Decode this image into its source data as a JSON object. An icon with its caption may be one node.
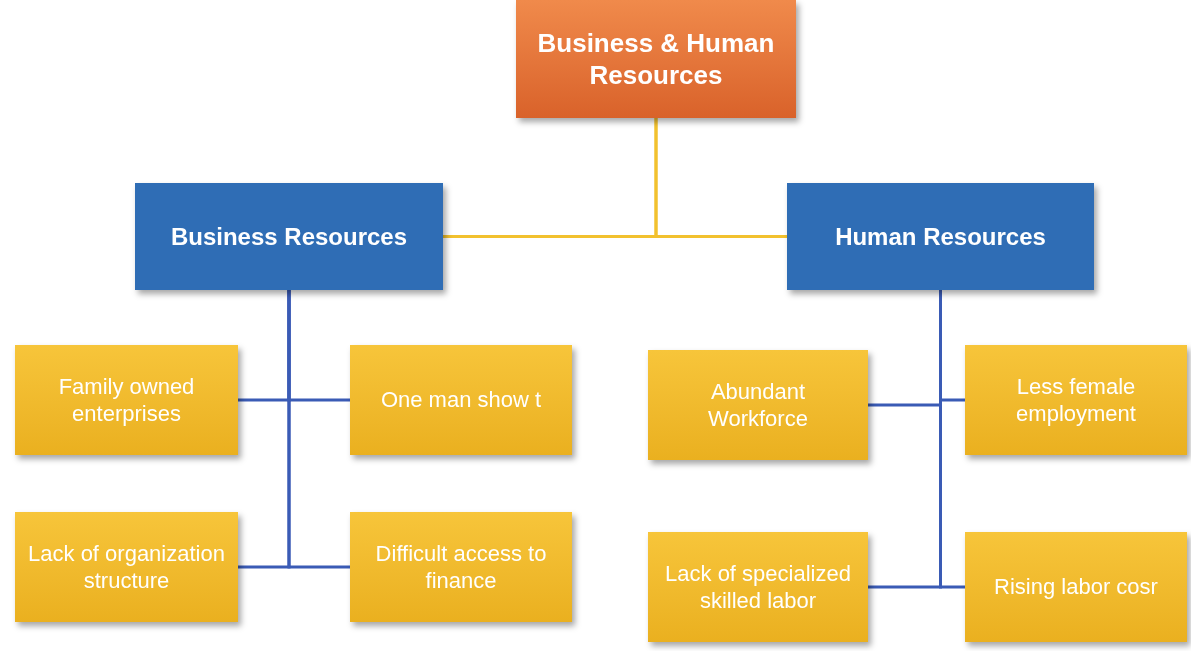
{
  "diagram": {
    "nodes": [
      {
        "text": [
          "Business & Human Resources"
        ]
      },
      {
        "text": [
          "Business Resources"
        ]
      },
      {
        "text": [
          "Human Resources"
        ]
      },
      {
        "text": [
          "Family owned enterprises"
        ]
      },
      {
        "text": [
          "One man show t"
        ]
      },
      {
        "text": [
          "Lack of organization structure"
        ]
      },
      {
        "text": [
          "Difficult access to finance"
        ]
      },
      {
        "text": [
          "Abundant Workforce"
        ]
      },
      {
        "text": [
          "Less female employment"
        ]
      },
      {
        "text": [
          "Lack of specialized skilled labor"
        ]
      },
      {
        "text": [
          "Rising labor cosr"
        ]
      }
    ],
    "edges": [
      {
        "from": 0,
        "to": 1,
        "arrow": "none",
        "color": "#f2c12e"
      },
      {
        "from": 0,
        "to": 2,
        "arrow": "none",
        "color": "#f2c12e"
      },
      {
        "from": 1,
        "to": 3,
        "arrow": "none"
      },
      {
        "from": 1,
        "to": 4,
        "arrow": "none"
      },
      {
        "from": 1,
        "to": 5,
        "arrow": "none"
      },
      {
        "from": 1,
        "to": 6,
        "arrow": "none"
      },
      {
        "from": 2,
        "to": 7,
        "arrow": "none"
      },
      {
        "from": 2,
        "to": 8,
        "arrow": "none"
      },
      {
        "from": 2,
        "to": 9,
        "arrow": "none"
      },
      {
        "from": 2,
        "to": 10,
        "arrow": "none"
      }
    ]
  }
}
